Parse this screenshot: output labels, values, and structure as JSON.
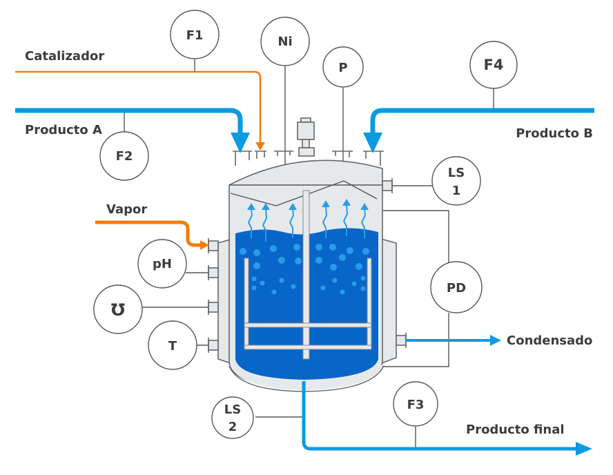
{
  "title": "Reactor diagram",
  "colors": {
    "blue_pipe": "#0a9be0",
    "orange_pipe": "#f57c0a",
    "liquid": "#0866c8",
    "bubble": "#2a9be8",
    "vessel": "#e6e9ec",
    "line": "#555555",
    "text": "#3c3c3c"
  },
  "streams": {
    "catalizador": "Catalizador",
    "producto_a": "Producto A",
    "producto_b": "Producto B",
    "vapor": "Vapor",
    "condensado": "Condensado",
    "producto_final": "Producto final"
  },
  "instruments": {
    "f1": "F1",
    "f2": "F2",
    "f3": "F3",
    "f4": "F4",
    "ni": "Ni",
    "p": "P",
    "ls1_line1": "LS",
    "ls1_line2": "1",
    "ls2_line1": "LS",
    "ls2_line2": "2",
    "ph": "pH",
    "agitation": "Ʊ",
    "t": "T",
    "pd": "PD"
  }
}
